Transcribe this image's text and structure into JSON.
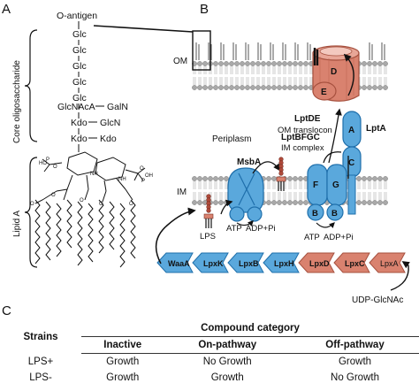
{
  "panels": {
    "a": "A",
    "b": "B",
    "c": "C"
  },
  "panelA": {
    "oantigen": "O-antigen",
    "glc": [
      "Glc",
      "Glc",
      "Glc",
      "Glc",
      "Glc"
    ],
    "glcnaca": "GlcNAcA",
    "galn": "GalN",
    "kdo": [
      "Kdo",
      "Kdo",
      "Kdo"
    ],
    "glcn": "GlcN",
    "core_label": "Core oligosaccharide",
    "lipid_label": "Lipid A"
  },
  "panelB": {
    "om": "OM",
    "periplasm": "Periplasm",
    "im": "IM",
    "lptde": "LptDE",
    "om_translocon": "OM translocon",
    "lptbfgc": "LptBFGC",
    "im_complex": "IM complex",
    "msba": "MsbA",
    "lpta": "LptA",
    "lps": "LPS",
    "atp1": "ATP",
    "adp1": "ADP+Pi",
    "atp2": "ATP",
    "adp2": "ADP+Pi",
    "udp": "UDP-GlcNAc",
    "subunits": {
      "D": "D",
      "E": "E",
      "A": "A",
      "C": "C",
      "F": "F",
      "G": "G",
      "B1": "B",
      "B2": "B"
    },
    "pathway": [
      "WaaA",
      "LpxK",
      "LpxB",
      "LpxH",
      "LpxD",
      "LpxC",
      "LpxA"
    ]
  },
  "colors": {
    "blue": "#5aa8dc",
    "blue_dark": "#1f6fab",
    "salmon": "#d9826f",
    "salmon_dark": "#a6503e",
    "lipid_head": "#a9a9a9"
  },
  "panelC": {
    "strains_header": "Strains",
    "category_header": "Compound category",
    "columns": [
      "Inactive",
      "On-pathway",
      "Off-pathway"
    ],
    "rows": [
      {
        "strain": "LPS+",
        "values": [
          "Growth",
          "No Growth",
          "Growth"
        ]
      },
      {
        "strain": "LPS-",
        "values": [
          "Growth",
          "Growth",
          "No Growth"
        ]
      }
    ]
  }
}
